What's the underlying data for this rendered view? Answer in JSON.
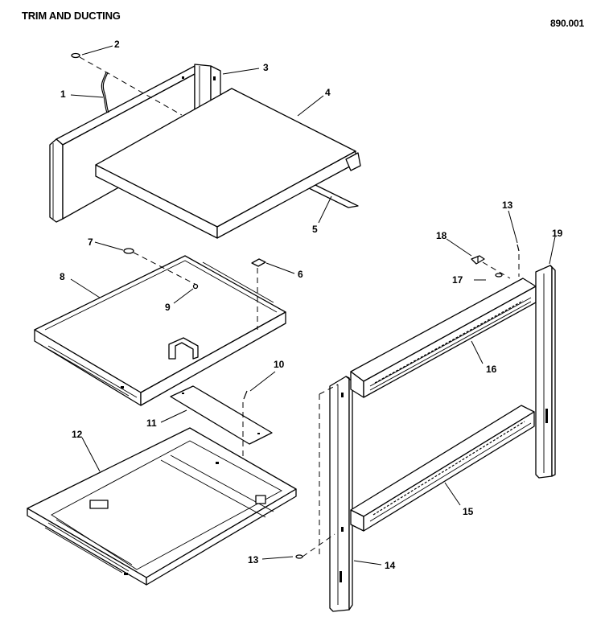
{
  "header": {
    "title": "TRIM AND DUCTING",
    "doc_number": "890.001"
  },
  "callouts": [
    "1",
    "2",
    "3",
    "4",
    "5",
    "6",
    "7",
    "8",
    "9",
    "10",
    "11",
    "12",
    "13",
    "13",
    "14",
    "15",
    "16",
    "17",
    "18",
    "19"
  ]
}
